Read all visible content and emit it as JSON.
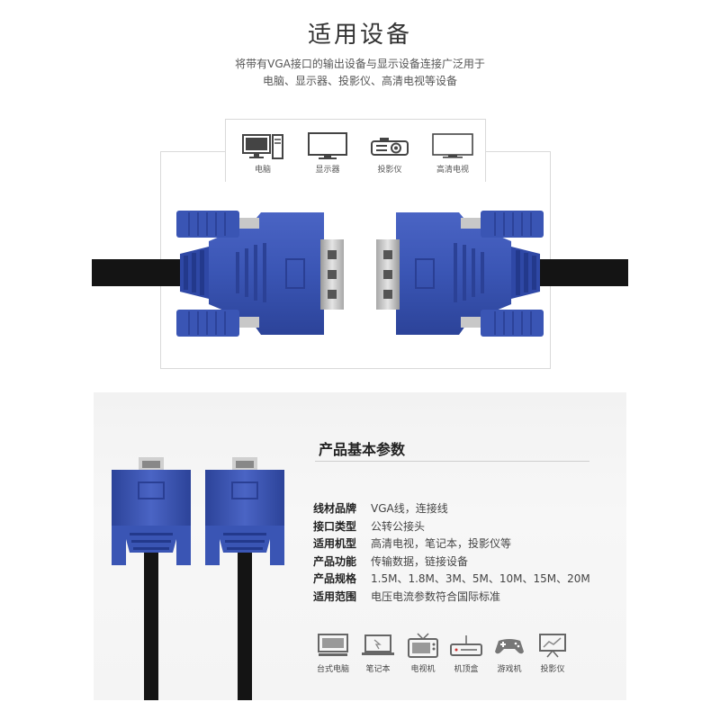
{
  "header": {
    "title": "适用设备",
    "subtitle_line1": "将带有VGA接口的输出设备与显示设备连接广泛用于",
    "subtitle_line2": "电脑、显示器、投影仪、高清电视等设备"
  },
  "top_devices": [
    {
      "label": "电脑",
      "icon": "desktop-pc-icon"
    },
    {
      "label": "显示器",
      "icon": "monitor-icon"
    },
    {
      "label": "投影仪",
      "icon": "projector-icon"
    },
    {
      "label": "高清电视",
      "icon": "hd-tv-icon"
    }
  ],
  "params": {
    "title": "产品基本参数",
    "rows": [
      {
        "key": "线材品牌",
        "value": "VGA线，连接线"
      },
      {
        "key": "接口类型",
        "value": "公转公接头"
      },
      {
        "key": "适用机型",
        "value": "高清电视，笔记本，投影仪等"
      },
      {
        "key": "产品功能",
        "value": "传输数据，链接设备"
      },
      {
        "key": "产品规格",
        "value": "1.5M、1.8M、3M、5M、10M、15M、20M"
      },
      {
        "key": "适用范围",
        "value": "电压电流参数符合国际标准"
      }
    ]
  },
  "bottom_devices": [
    {
      "label": "台式电脑",
      "icon": "desktop-icon"
    },
    {
      "label": "笔记本",
      "icon": "laptop-icon"
    },
    {
      "label": "电视机",
      "icon": "tv-icon"
    },
    {
      "label": "机顶盒",
      "icon": "set-top-box-icon"
    },
    {
      "label": "游戏机",
      "icon": "gamepad-icon"
    },
    {
      "label": "投影仪",
      "icon": "projector-screen-icon"
    }
  ],
  "colors": {
    "connector_blue": "#3a55b4",
    "connector_dark": "#2a3f94",
    "cable_black": "#141414",
    "pin_silver": "#c8c8c8"
  }
}
